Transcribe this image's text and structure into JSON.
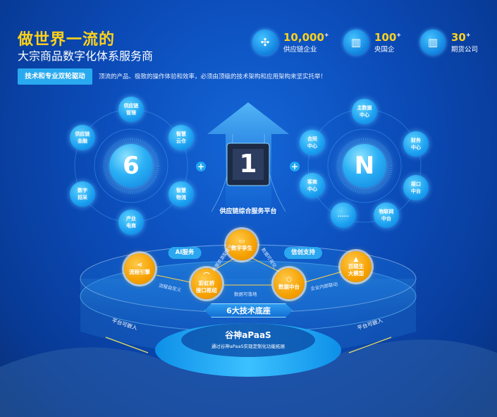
{
  "header": {
    "title": "做世界一流的",
    "subtitle": "大宗商品数字化体系服务商",
    "badge": "技术和专业双轮驱动",
    "slogan": "顶流的产品、极致的操作体验和效率，必须由顶级的技术架构和应用架构来坚实托举！"
  },
  "stats": [
    {
      "value": "10,000",
      "suffix": "+",
      "label": "供应链企业",
      "icon": "network-icon"
    },
    {
      "value": "100",
      "suffix": "+",
      "label": "央国企",
      "icon": "building-icon"
    },
    {
      "value": "30",
      "suffix": "+",
      "label": "期货公司",
      "icon": "building-icon"
    }
  ],
  "left_cluster": {
    "hub": "6",
    "nodes": [
      "供应链\n管理",
      "智慧\n云仓",
      "智慧\n物流",
      "产业\n电商",
      "数字\n招采",
      "供应链\n金融"
    ]
  },
  "right_cluster": {
    "hub": "N",
    "nodes": [
      "主数据\n中心",
      "财务\n中心",
      "接口\n中台",
      "物联网\n中台",
      "......",
      "客商\n中心",
      "合同\n中心"
    ]
  },
  "center": {
    "hub": "1",
    "label": "供应链综合服务平台",
    "plus": "+"
  },
  "platform": {
    "nodes": [
      {
        "label": "数字孪生",
        "icon": "monitor-icon"
      },
      {
        "label": "流程引擎",
        "icon": "flow-icon"
      },
      {
        "label": "彩虹桥\n接口枢纽",
        "icon": "bridge-icon"
      },
      {
        "label": "数据中台",
        "icon": "cube-icon"
      },
      {
        "label": "百晓生\n大模型",
        "icon": "ai-icon"
      }
    ],
    "pills": [
      "AI服务",
      "信创支持"
    ],
    "links": [
      "数据资源配置化",
      "数据可视化",
      "流程自定义",
      "数据可落地",
      "企业内部联动"
    ],
    "banner": "6大技术底座"
  },
  "base": {
    "title": "谷神aPaaS",
    "subtitle": "通过谷神aPaaS实现定制化功能拓展",
    "embed_left": "平台可嵌入",
    "embed_right": "平台可嵌入"
  },
  "colors": {
    "accent_yellow": "#ffd21a",
    "orange": "#f5a000",
    "blue": "#1fa7f2"
  }
}
